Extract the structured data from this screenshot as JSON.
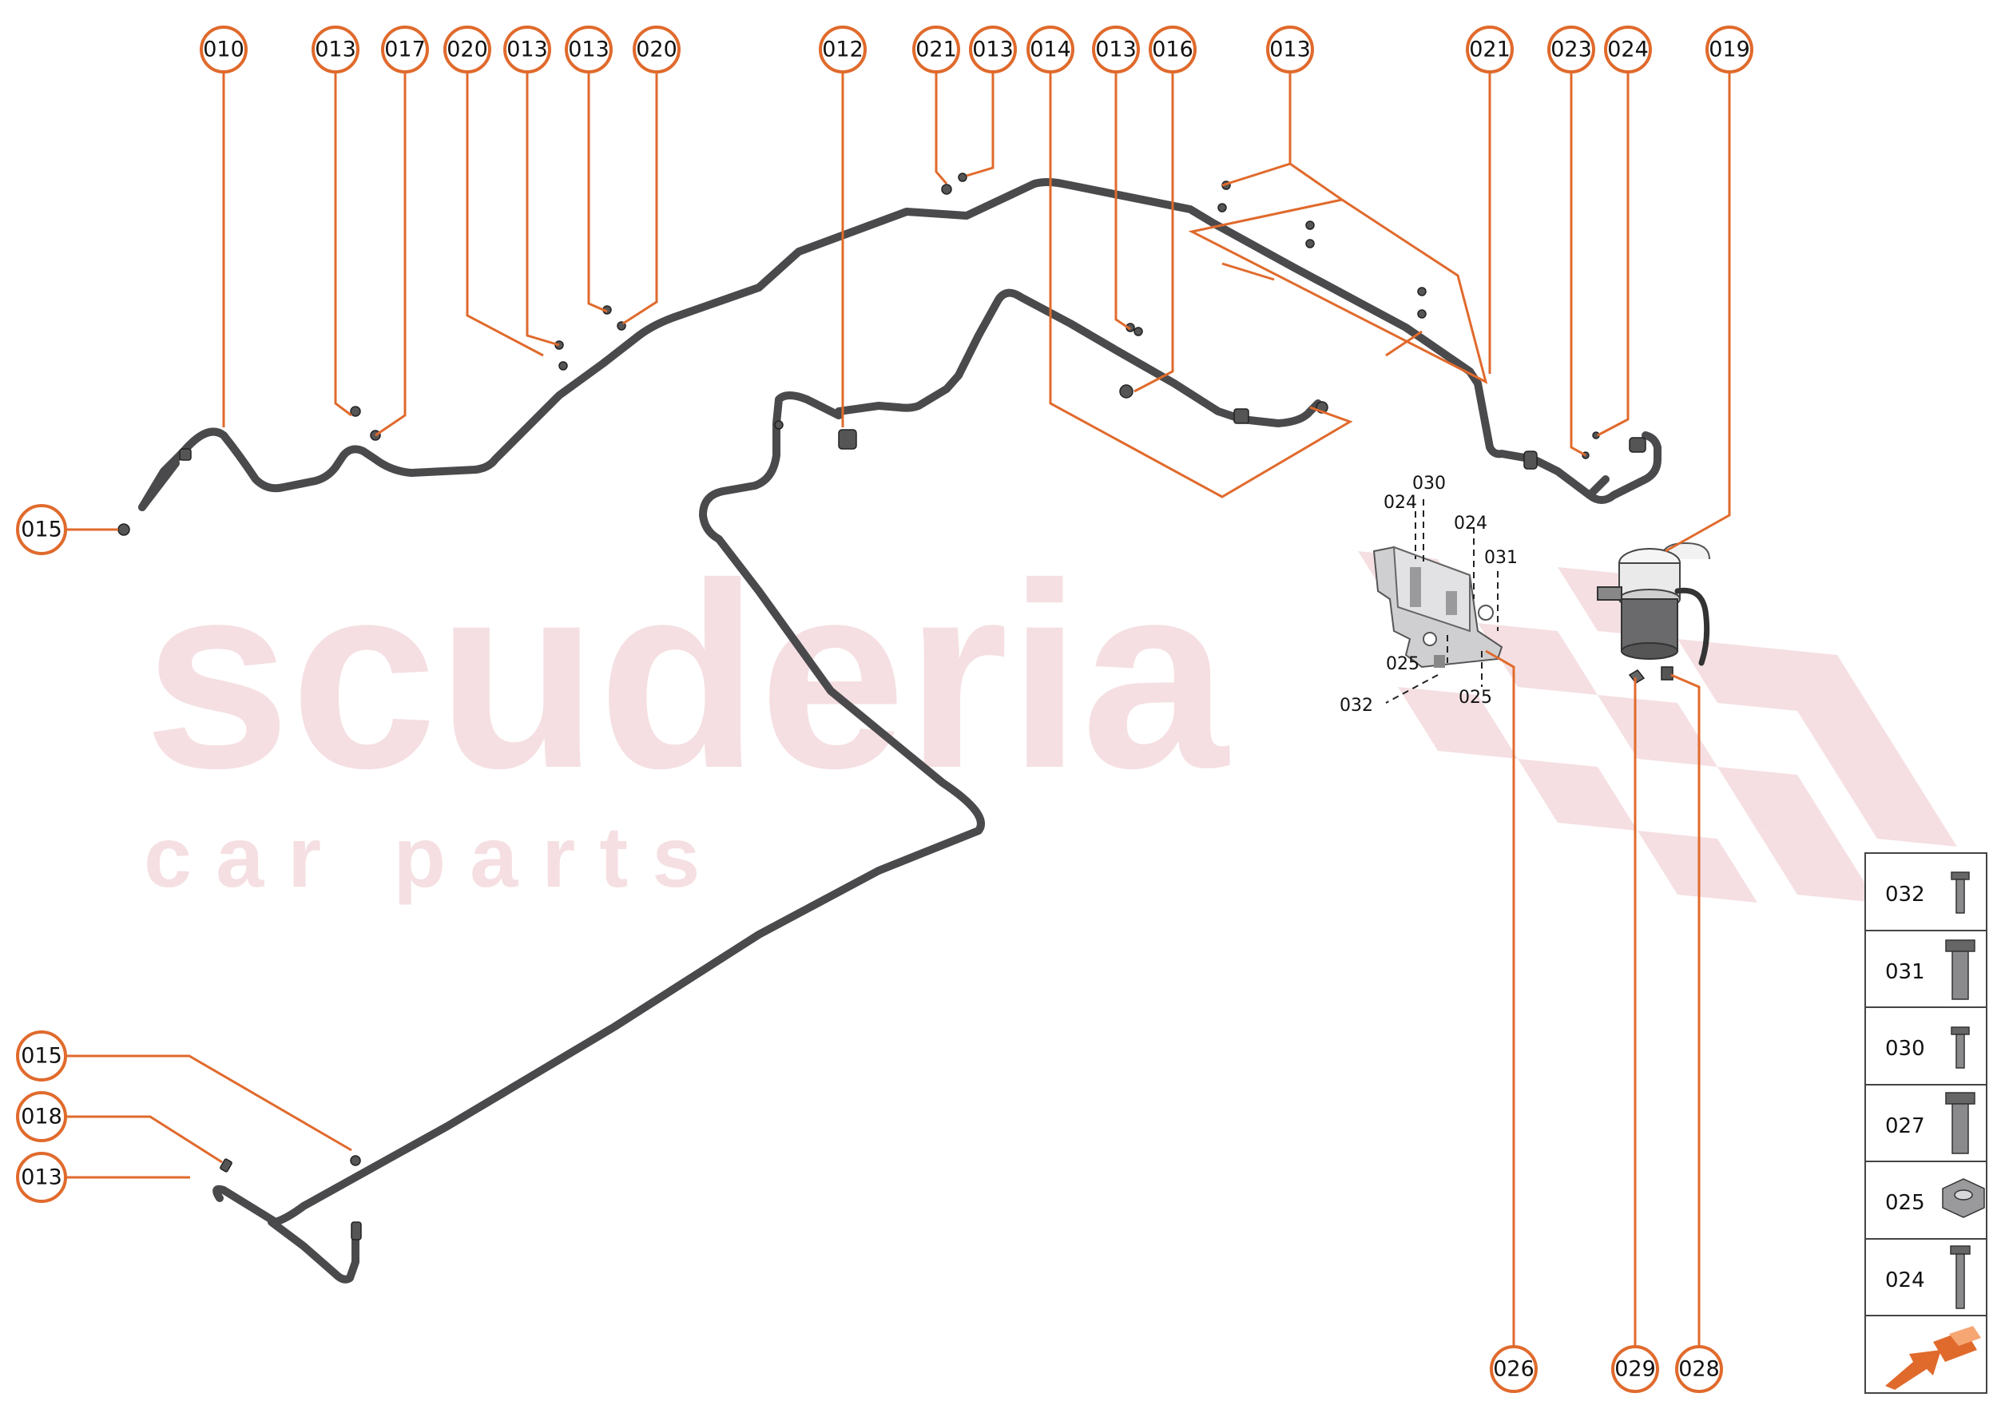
{
  "watermark": {
    "brand": "scuderia",
    "tagline": "c a r   p a r t s"
  },
  "callouts": {
    "c010": "010",
    "c013a": "013",
    "c017": "017",
    "c020a": "020",
    "c013b": "013",
    "c013c": "013",
    "c020b": "020",
    "c012": "012",
    "c021a": "021",
    "c013d": "013",
    "c014": "014",
    "c013e": "013",
    "c016": "016",
    "c013f": "013",
    "c021b": "021",
    "c023": "023",
    "c024": "024",
    "c019": "019",
    "c015a": "015",
    "c015b": "015",
    "c018": "018",
    "c013g": "013",
    "c026": "026",
    "c029": "029",
    "c028": "028"
  },
  "bracket_labels": {
    "l030": "030",
    "l024a": "024",
    "l024b": "024",
    "l031": "031",
    "l025a": "025",
    "l032": "032",
    "l025b": "025"
  },
  "legend": {
    "items": [
      {
        "label": "032",
        "icon": "bolt-small-icon"
      },
      {
        "label": "031",
        "icon": "bolt-large-icon"
      },
      {
        "label": "030",
        "icon": "bolt-small-icon"
      },
      {
        "label": "027",
        "icon": "bolt-large-icon"
      },
      {
        "label": "025",
        "icon": "flange-nut-icon"
      },
      {
        "label": "024",
        "icon": "long-bolt-icon"
      }
    ],
    "direction_icon": "vehicle-direction-arrow-icon"
  },
  "colors": {
    "callout": "#e06a2c",
    "hose": "#4a4a4c",
    "watermark": "#e9b9bf"
  }
}
